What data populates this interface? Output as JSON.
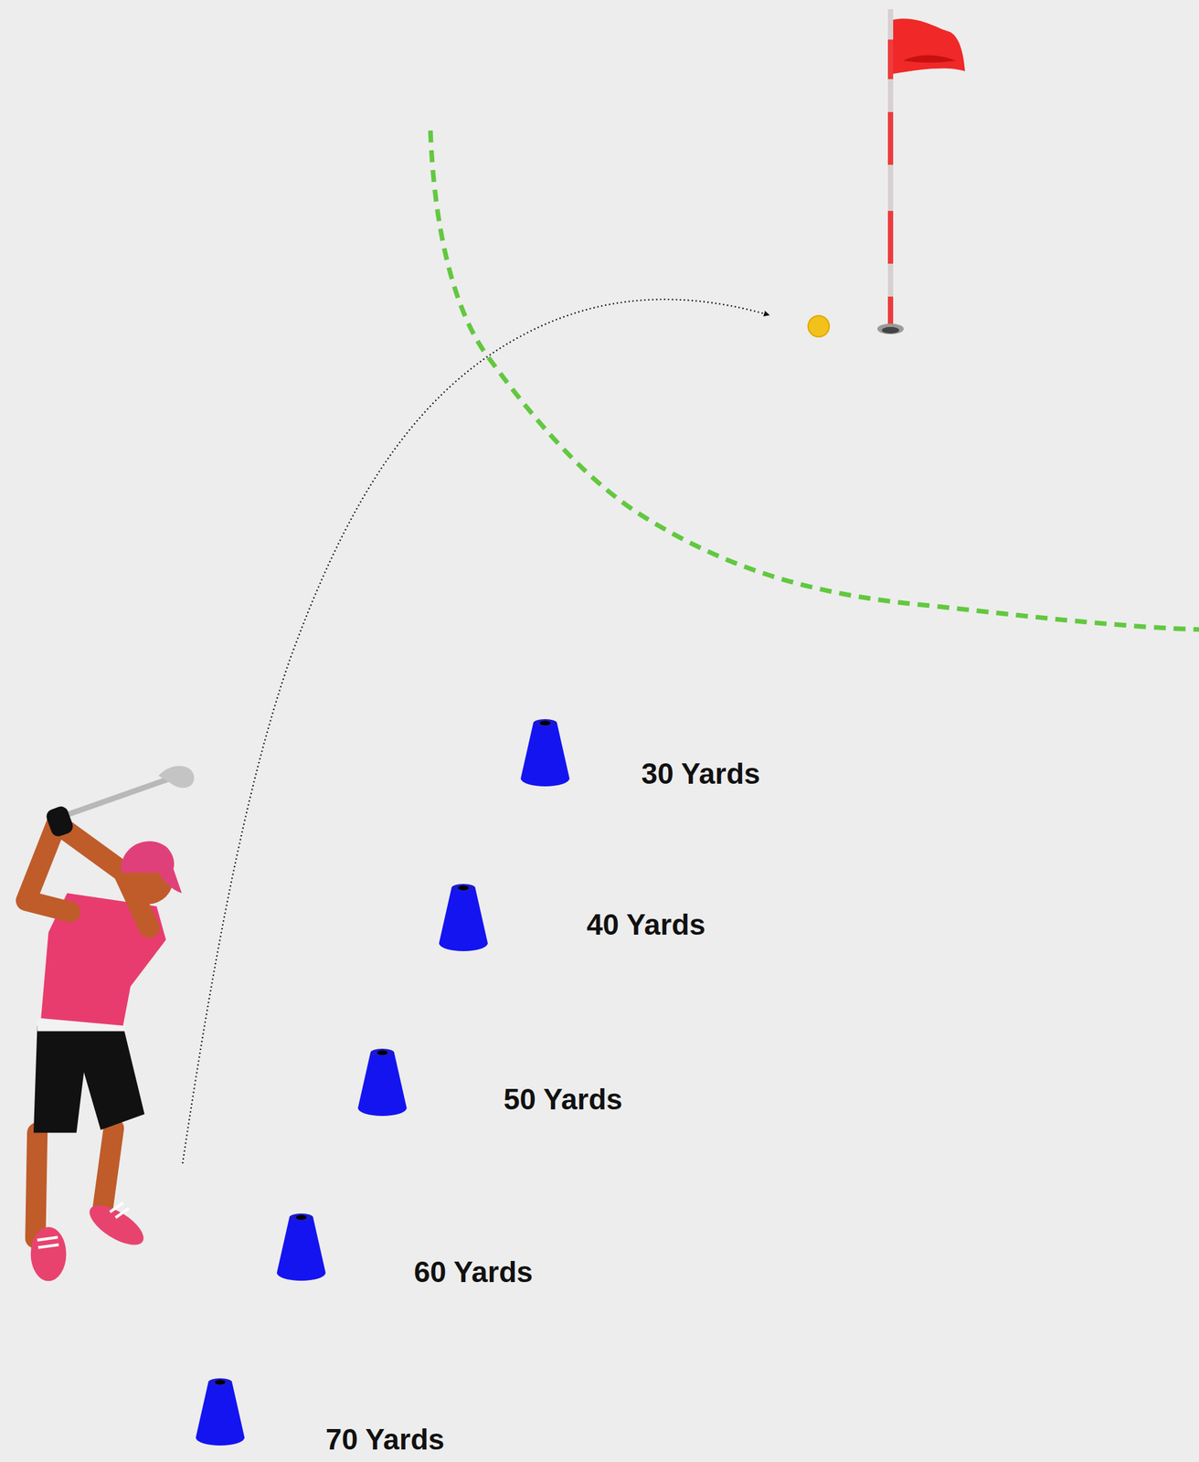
{
  "diagram": {
    "labels": [
      "30 Yards",
      "40 Yards",
      "50 Yards",
      "60 Yards",
      "70 Yards"
    ]
  }
}
